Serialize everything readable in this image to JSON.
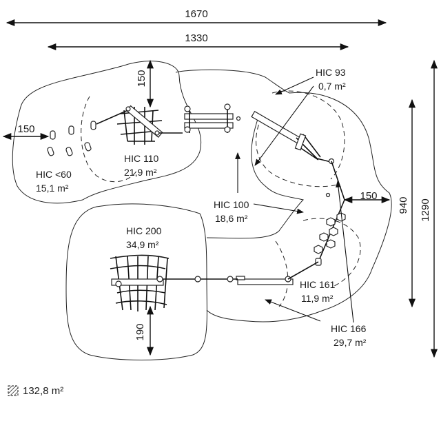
{
  "dimensions": {
    "overall_width": "1670",
    "inner_width": "1330",
    "left_offset": "150",
    "top_offset": "150",
    "right_offset": "150",
    "bottom_offset": "190",
    "height_inner": "940",
    "height_outer": "1290"
  },
  "zones": [
    {
      "hic": "HIC <60",
      "area": "15,1 m²"
    },
    {
      "hic": "HIC 110",
      "area": "21,9 m²"
    },
    {
      "hic": "HIC 93",
      "area": "0,7 m²"
    },
    {
      "hic": "HIC 100",
      "area": "18,6 m²"
    },
    {
      "hic": "HIC 200",
      "area": "34,9 m²"
    },
    {
      "hic": "HIC 161",
      "area": "11,9 m²"
    },
    {
      "hic": "HIC 166",
      "area": "29,7 m²"
    }
  ],
  "legend": {
    "icon": "hatched-area-icon",
    "total_area": "132,8 m²"
  }
}
